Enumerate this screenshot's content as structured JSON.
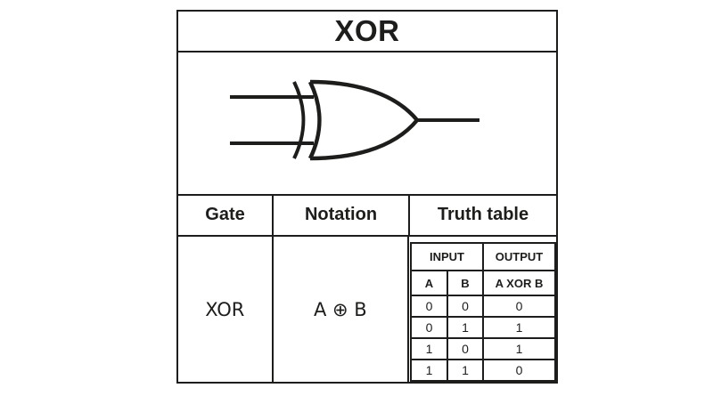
{
  "title": "XOR",
  "colors": {
    "line": "#1d1d1b",
    "background": "#ffffff"
  },
  "gate_diagram": {
    "type": "xor-gate-symbol"
  },
  "table": {
    "headers": {
      "gate": "Gate",
      "notation": "Notation",
      "truth": "Truth table"
    },
    "row": {
      "gate": "XOR",
      "notation": "A ⊕ B"
    }
  },
  "truth_table": {
    "input_header": "INPUT",
    "output_header": "OUTPUT",
    "col_a": "A",
    "col_b": "B",
    "col_out": "A XOR B",
    "rows": [
      [
        "0",
        "0",
        "0"
      ],
      [
        "0",
        "1",
        "1"
      ],
      [
        "1",
        "0",
        "1"
      ],
      [
        "1",
        "1",
        "0"
      ]
    ]
  }
}
